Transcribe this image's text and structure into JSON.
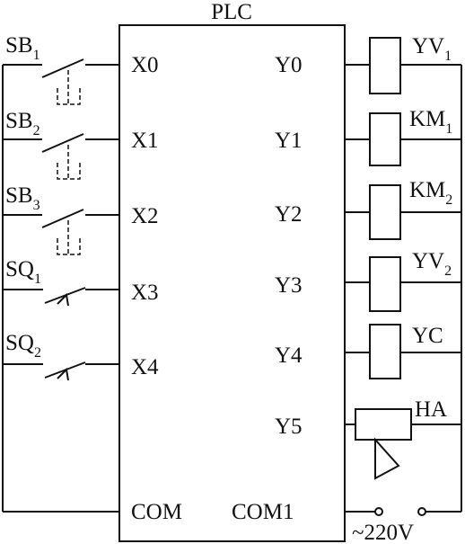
{
  "plc": {
    "title": "PLC"
  },
  "inputs": [
    {
      "terminal": "X0",
      "device": "SB",
      "index": "1"
    },
    {
      "terminal": "X1",
      "device": "SB",
      "index": "2"
    },
    {
      "terminal": "X2",
      "device": "SB",
      "index": "3"
    },
    {
      "terminal": "X3",
      "device": "SQ",
      "index": "1"
    },
    {
      "terminal": "X4",
      "device": "SQ",
      "index": "2"
    }
  ],
  "input_common": "COM",
  "outputs": [
    {
      "terminal": "Y0",
      "device": "YV",
      "index": "1"
    },
    {
      "terminal": "Y1",
      "device": "KM",
      "index": "1"
    },
    {
      "terminal": "Y2",
      "device": "KM",
      "index": "2"
    },
    {
      "terminal": "Y3",
      "device": "YV",
      "index": "2"
    },
    {
      "terminal": "Y4",
      "device": "YC",
      "index": ""
    },
    {
      "terminal": "Y5",
      "device": "HA",
      "index": ""
    }
  ],
  "output_common": "COM1",
  "supply": "~220V"
}
